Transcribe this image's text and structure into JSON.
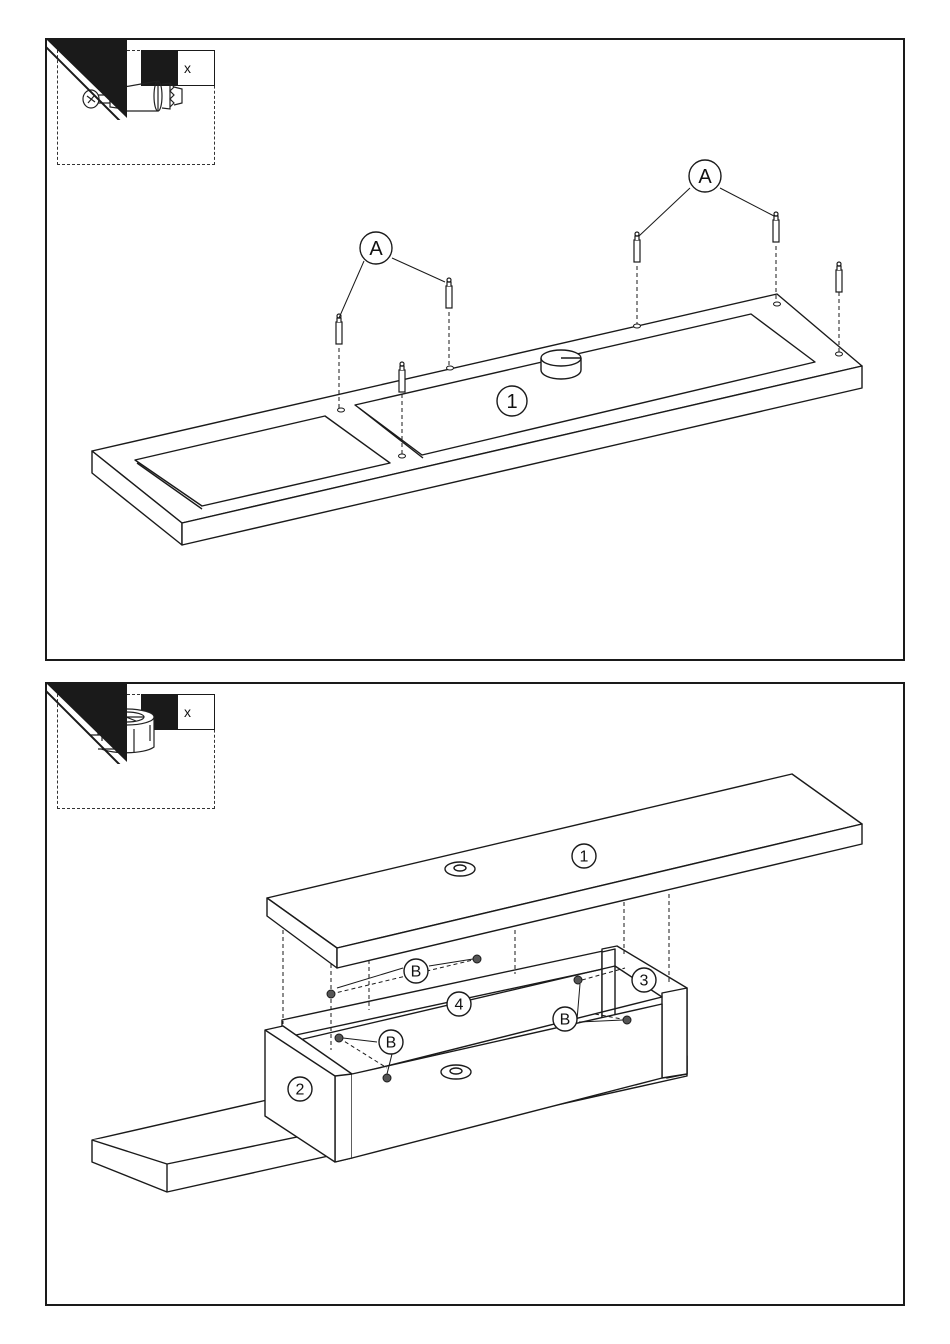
{
  "step1": {
    "quantity_x": "x",
    "labels": {
      "A_left": "A",
      "A_right": "A",
      "part_1": "1"
    },
    "hardware_icon": "cam-bolt-icon"
  },
  "step2": {
    "quantity_x": "x",
    "labels": {
      "part_1": "1",
      "part_2": "2",
      "part_3": "3",
      "part_4": "4",
      "B_top": "B",
      "B_left": "B",
      "B_right": "B"
    },
    "hardware_icon": "cam-lock-icon"
  },
  "colors": {
    "ink": "#1a1a1a",
    "paper": "#ffffff"
  }
}
